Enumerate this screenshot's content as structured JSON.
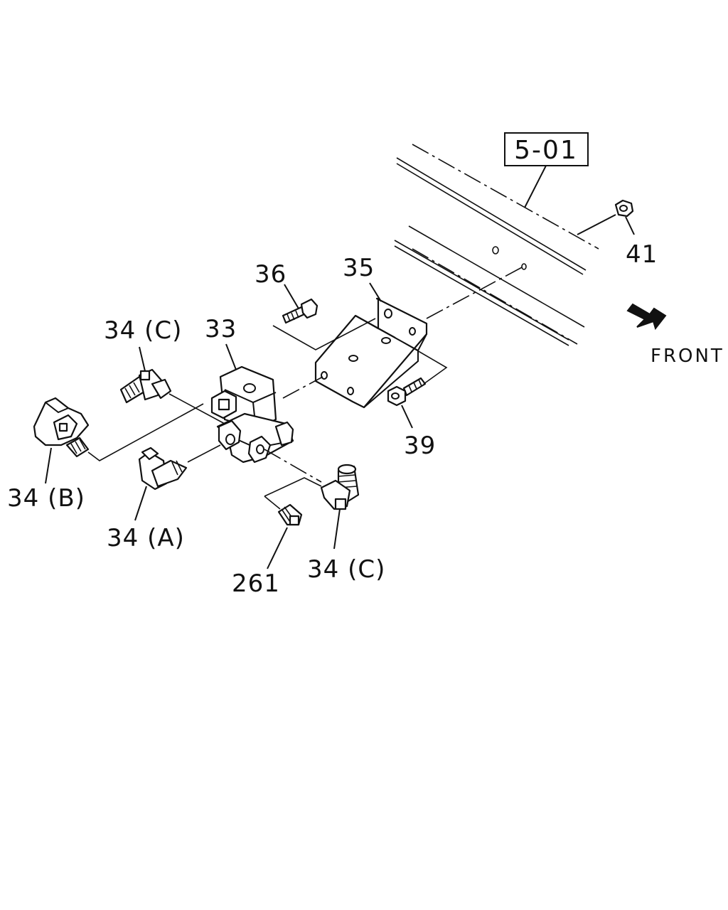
{
  "diagram": {
    "reference_box": "5-01",
    "direction_label": "FRONT",
    "labels": {
      "p41": "41",
      "p36": "36",
      "p35": "35",
      "p33": "33",
      "p34c_top": "34 (C)",
      "p39": "39",
      "p34b": "34 (B)",
      "p34a": "34 (A)",
      "p34c_bottom": "34 (C)",
      "p261": "261"
    }
  }
}
